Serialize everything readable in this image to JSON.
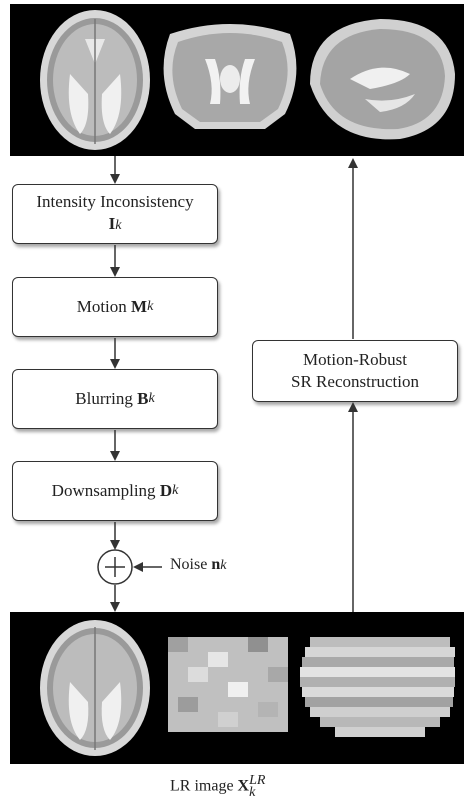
{
  "top_panel": {
    "description_icon": "brain-mri-icon"
  },
  "bottom_panel": {
    "description_icon": "brain-mri-lowres-icon"
  },
  "steps": {
    "intensity": {
      "label": "Intensity Inconsistency",
      "var": "I",
      "sub": "k"
    },
    "motion": {
      "label": "Motion",
      "var": "M",
      "sub": "k"
    },
    "blurring": {
      "label": "Blurring",
      "var": "B",
      "sub": "k"
    },
    "downsampling": {
      "label": "Downsampling",
      "var": "D",
      "sub": "k"
    }
  },
  "noise": {
    "label": "Noise",
    "var": "n",
    "sub": "k"
  },
  "reconstruction": {
    "line1": "Motion-Robust",
    "line2": "SR Reconstruction"
  },
  "lr_caption": {
    "label": "LR image",
    "var": "X",
    "sub": "k",
    "sup": "LR"
  }
}
